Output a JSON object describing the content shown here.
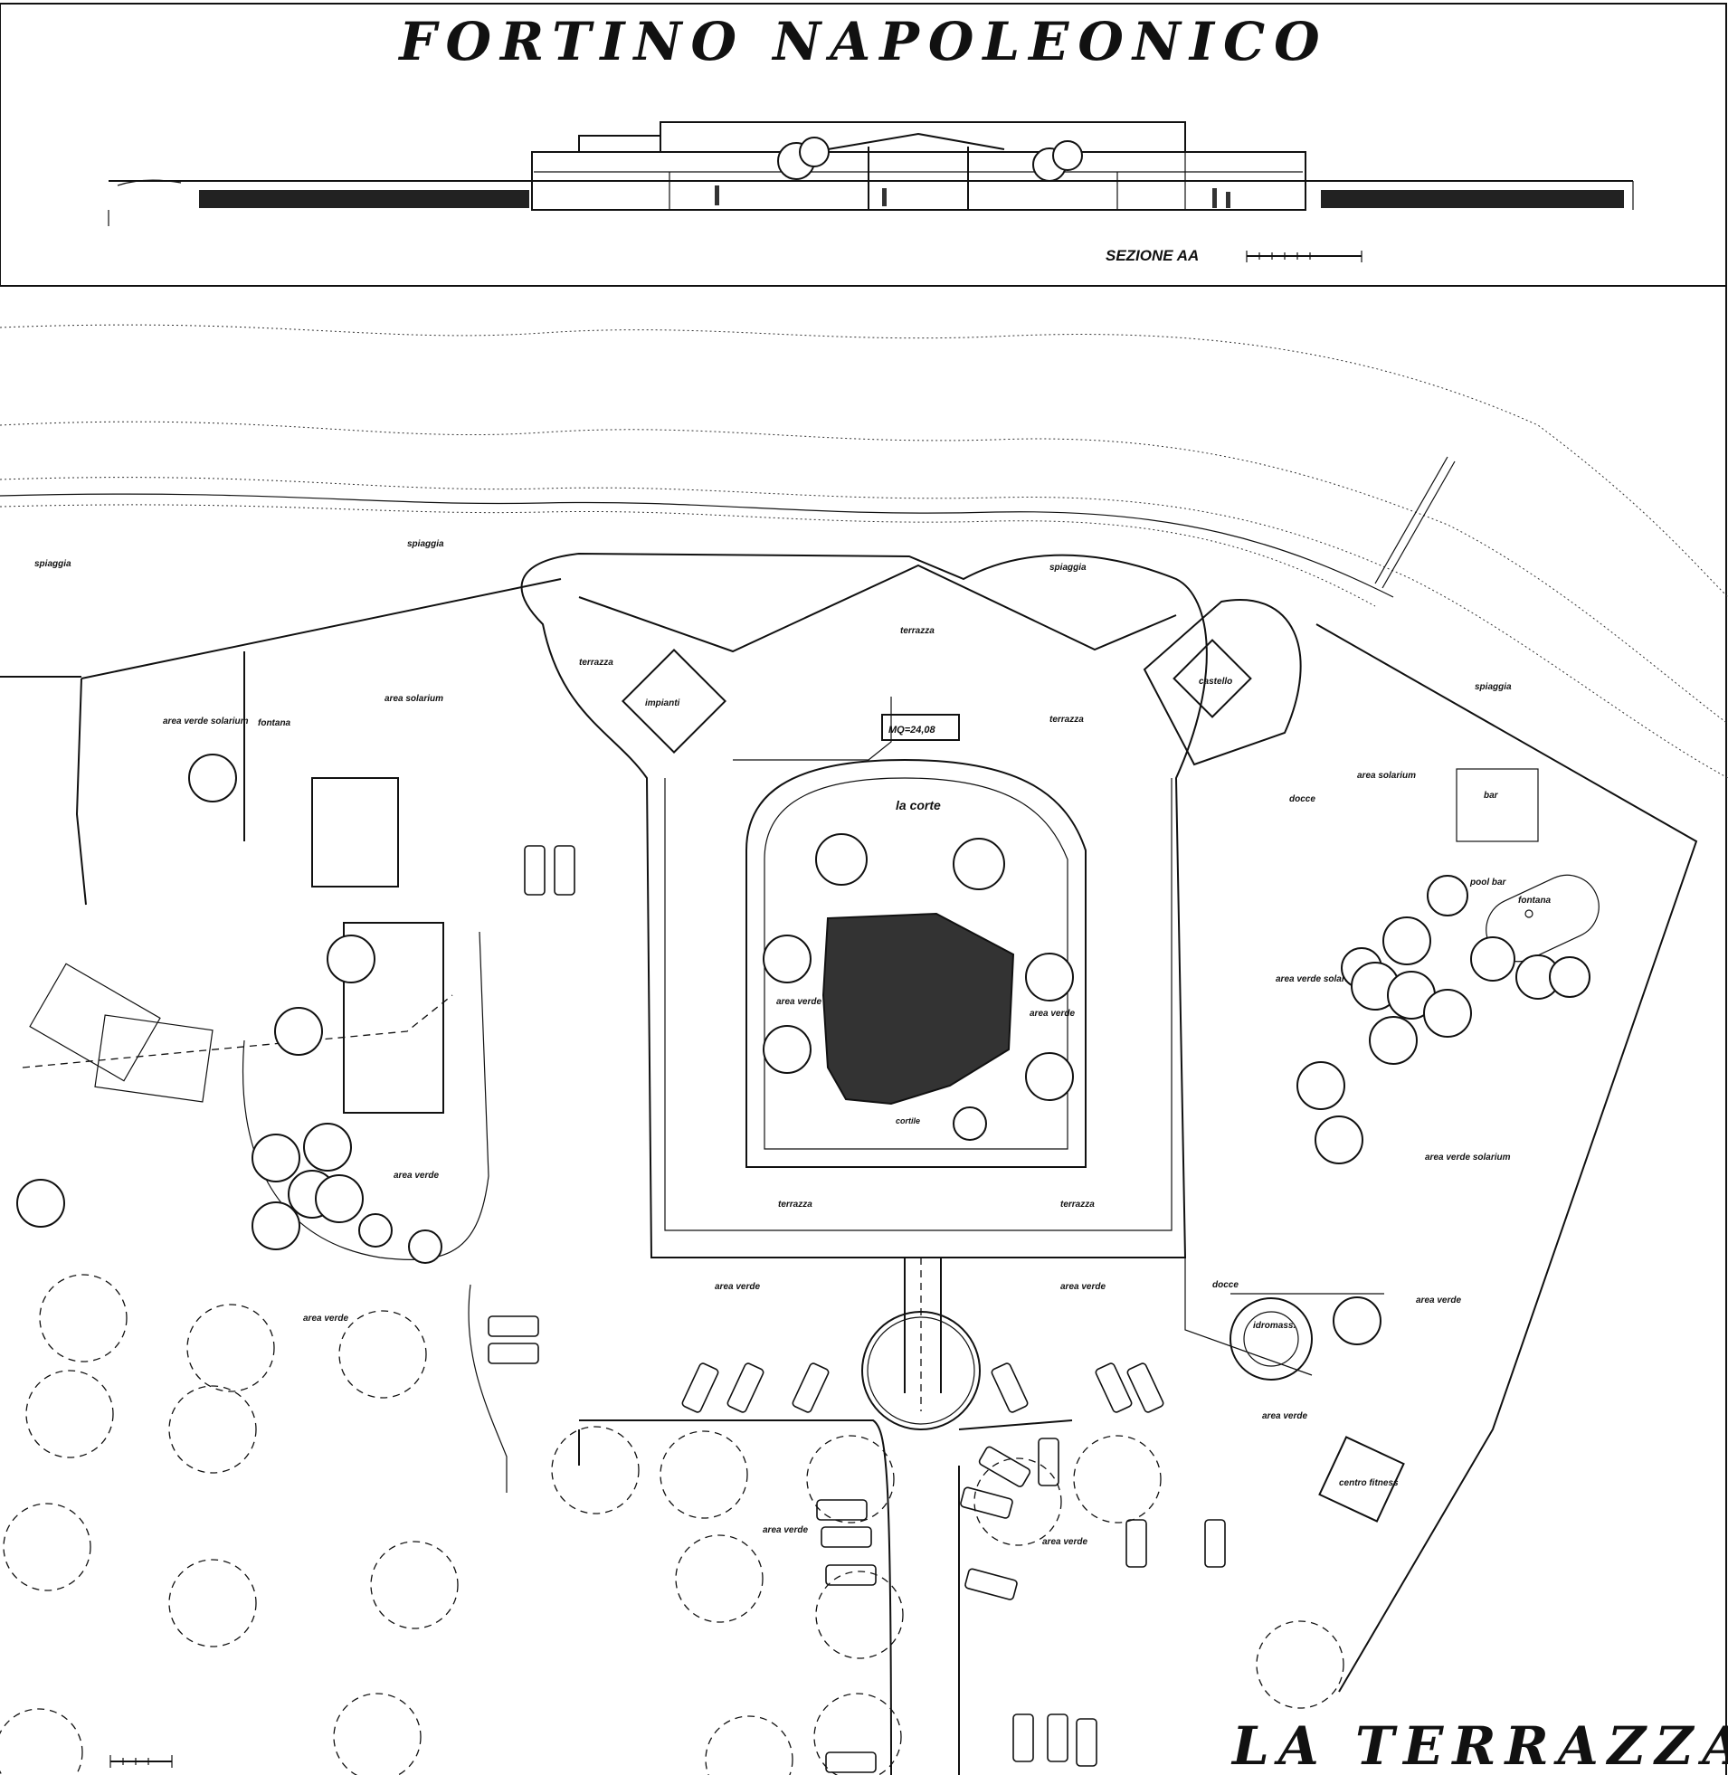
{
  "title_top": "FORTINO NAPOLEONICO",
  "section_label": "SEZIONE AA",
  "title_bottom": "LA TERRAZZA",
  "labels": {
    "spiaggia": "spiaggia",
    "terrazza": "terrazza",
    "impianti": "impianti",
    "castello": "castello",
    "area_solarium": "area solarium",
    "area_verde_solarium": "area verde solarium",
    "fontana": "fontana",
    "area_verde": "area verde",
    "la_corte": "la corte",
    "cortile": "cortile",
    "area_mq": "MQ=24,08",
    "docce": "docce",
    "bar": "bar",
    "pool_bar": "pool bar",
    "idromassaggio": "idromass.",
    "centro_fitness": "centro fitness"
  }
}
